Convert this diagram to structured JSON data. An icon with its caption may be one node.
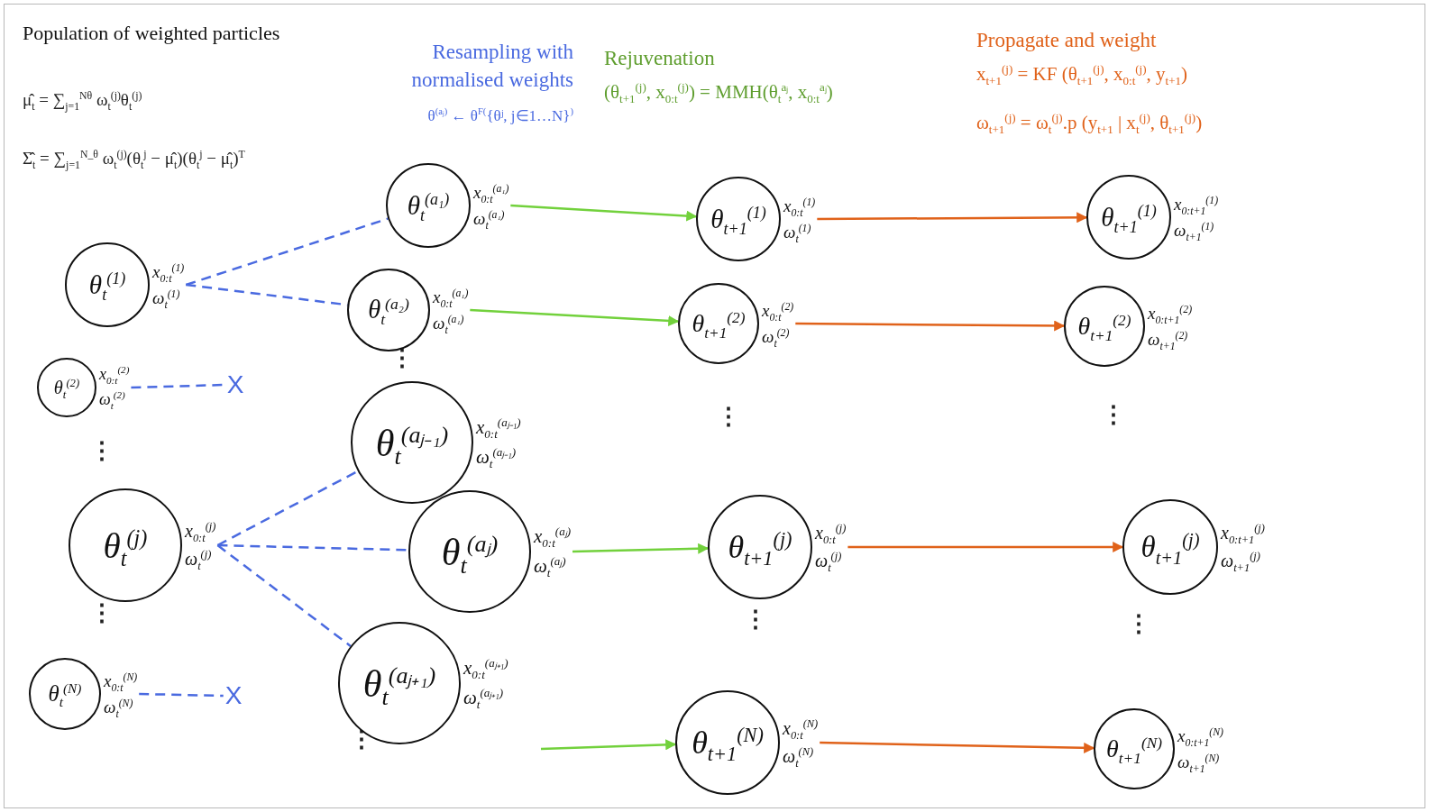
{
  "diagram": {
    "title": "Population of weighted particles",
    "nodes": [
      {
        "text": [
          "θ$_{t}$$^{(1)}$"
        ],
        "beside": [
          "x$_{0:t}$$^{(1)}$",
          "ω$_{t}$$^{(1)}$"
        ]
      },
      {
        "text": [
          "θ$_{t}$$^{(2)}$"
        ],
        "beside": [
          "x$_{0:t}$$^{(2)}$",
          "ω$_{t}$$^{(2)}$"
        ]
      },
      {
        "text": [
          "θ$_{t}$$^{(j)}$"
        ],
        "beside": [
          "x$_{0:t}$$^{(j)}$",
          "ω$_{t}$$^{(j)}$"
        ]
      },
      {
        "text": [
          "θ$_{t}$$^{(N)}$"
        ],
        "beside": [
          "x$_{0:t}$$^{(N)}$",
          "ω$_{t}$$^{(N)}$"
        ]
      },
      {
        "text": [
          "X"
        ]
      },
      {
        "text": [
          "X"
        ]
      },
      {
        "text": [
          "θ$_{t}$$^{(a₁)}$"
        ],
        "beside": [
          "x$_{0:t}$$^{(a₁)}$",
          "ω$_{t}$$^{(a₁)}$"
        ]
      },
      {
        "text": [
          "θ$_{t}$$^{(a₂)}$"
        ],
        "beside": [
          "x$_{0:t}$$^{(a₁)}$",
          "ω$_{t}$$^{(a₁)}$"
        ]
      },
      {
        "text": [
          "θ$_{t}$$^{(aⱼ₋₁)}$"
        ],
        "beside": [
          "x$_{0:t}$$^{(aⱼ₋₁)}$",
          "ω$_{t}$$^{(aⱼ₋₁)}$"
        ]
      },
      {
        "text": [
          "θ$_{t}$$^{(aⱼ)}$"
        ],
        "beside": [
          "x$_{0:t}$$^{(aⱼ)}$",
          "ω$_{t}$$^{(aⱼ)}$"
        ]
      },
      {
        "text": [
          "θ$_{t}$$^{(aⱼ₊₁)}$"
        ],
        "beside": [
          "x$_{0:t}$$^{(aⱼ₊₁)}$",
          "ω$_{t}$$^{(aⱼ₊₁)}$"
        ]
      },
      {
        "text": [
          "θ$_{t+1}$$^{(1)}$"
        ],
        "beside": [
          "x$_{0:t}$$^{(1)}$",
          "ω$_{t}$$^{(1)}$"
        ]
      },
      {
        "text": [
          "θ$_{t+1}$$^{(2)}$"
        ],
        "beside": [
          "x$_{0:t}$$^{(2)}$",
          "ω$_{t}$$^{(2)}$"
        ]
      },
      {
        "text": [
          "θ$_{t+1}$$^{(j)}$"
        ],
        "beside": [
          "x$_{0:t}$$^{(j)}$",
          "ω$_{t}$$^{(j)}$"
        ]
      },
      {
        "text": [
          "θ$_{t+1}$$^{(N)}$"
        ],
        "beside": [
          "x$_{0:t}$$^{(N)}$",
          "ω$_{t}$$^{(N)}$"
        ]
      },
      {
        "text": [
          "θ$_{t+1}$$^{(1)}$"
        ],
        "beside": [
          "x$_{0:t+1}$$^{(1)}$",
          "ω$_{t+1}$$^{(1)}$"
        ]
      },
      {
        "text": [
          "θ$_{t+1}$$^{(2)}$"
        ],
        "beside": [
          "x$_{0:t+1}$$^{(2)}$",
          "ω$_{t+1}$$^{(2)}$"
        ]
      },
      {
        "text": [
          "θ$_{t+1}$$^{(j)}$"
        ],
        "beside": [
          "x$_{0:t+1}$$^{(j)}$",
          "ω$_{t+1}$$^{(j)}$"
        ]
      },
      {
        "text": [
          "θ$_{t+1}$$^{(N)}$"
        ],
        "beside": [
          "x$_{0:t+1}$$^{(N)}$",
          "ω$_{t+1}$$^{(N)}$"
        ]
      }
    ],
    "edges": [
      {
        "from": 0,
        "to": 6,
        "arrow": "none",
        "style": "dashed",
        "color": "#4a6ae0"
      },
      {
        "from": 0,
        "to": 7,
        "arrow": "none",
        "style": "dashed",
        "color": "#4a6ae0"
      },
      {
        "from": 1,
        "to": 4,
        "arrow": "none",
        "style": "dashed",
        "color": "#4a6ae0"
      },
      {
        "from": 2,
        "to": 8,
        "arrow": "none",
        "style": "dashed",
        "color": "#4a6ae0"
      },
      {
        "from": 2,
        "to": 9,
        "arrow": "none",
        "style": "dashed",
        "color": "#4a6ae0"
      },
      {
        "from": 2,
        "to": 10,
        "arrow": "none",
        "style": "dashed",
        "color": "#4a6ae0"
      },
      {
        "from": 3,
        "to": 5,
        "arrow": "none",
        "style": "dashed",
        "color": "#4a6ae0"
      },
      {
        "from": 6,
        "to": 11,
        "arrow": "to",
        "color": "#72d13c"
      },
      {
        "from": 7,
        "to": 12,
        "arrow": "to",
        "color": "#72d13c"
      },
      {
        "from": 9,
        "to": 13,
        "arrow": "to",
        "color": "#72d13c"
      },
      {
        "from": null,
        "to": 14,
        "arrow": "to",
        "color": "#72d13c"
      },
      {
        "from": 11,
        "to": 15,
        "arrow": "to",
        "color": "#e0621a"
      },
      {
        "from": 12,
        "to": 16,
        "arrow": "to",
        "color": "#e0621a"
      },
      {
        "from": 13,
        "to": 17,
        "arrow": "to",
        "color": "#e0621a"
      },
      {
        "from": 14,
        "to": 18,
        "arrow": "to",
        "color": "#e0621a"
      }
    ],
    "labels": [
      "μ̂$_{t}$ = ∑$_{j=1}$$^{Nθ}$ ω$_{t}$$^{(j)}$θ$_{t}$$^{(j)}$",
      "Σ̂$_{t}$ = ∑$_{j=1}$$^{N_θ}$ ω$_{t}$$^{(j)}$(θ$_{t}$$^{j}$ − μ̂$_{t}$)(θ$_{t}$$^{j}$ − μ̂$_{t}$)$^{T}$",
      "Resampling with normalised weights",
      "θ$^{(aⱼ)}$ ← θ$^{F(}${θʲ, j∈1…N}$^{)}$",
      "Rejuvenation",
      "(θ$_{t+1}$$^{(j)}$, x$_{0:t}$$^{(j)}$) = MMH(θ$_{t}$$^{aⱼ}$, x$_{0:t}$$^{aⱼ}$)",
      "Propagate and weight",
      "x$_{t+1}$$^{(j)}$ = KF (θ$_{t+1}$$^{(j)}$, x$_{0:t}$$^{(j)}$, y$_{t+1}$)",
      "ω$_{t+1}$$^{(j)}$ = ω$_{t}$$^{(j)}$.p (y$_{t+1}$ | x$_{t}$$^{(j)}$, θ$_{t+1}$$^{(j)}$)",
      "⋮",
      "⋮",
      "⋮",
      "⋮",
      "⋮",
      "⋮",
      "⋮",
      "⋮"
    ]
  }
}
